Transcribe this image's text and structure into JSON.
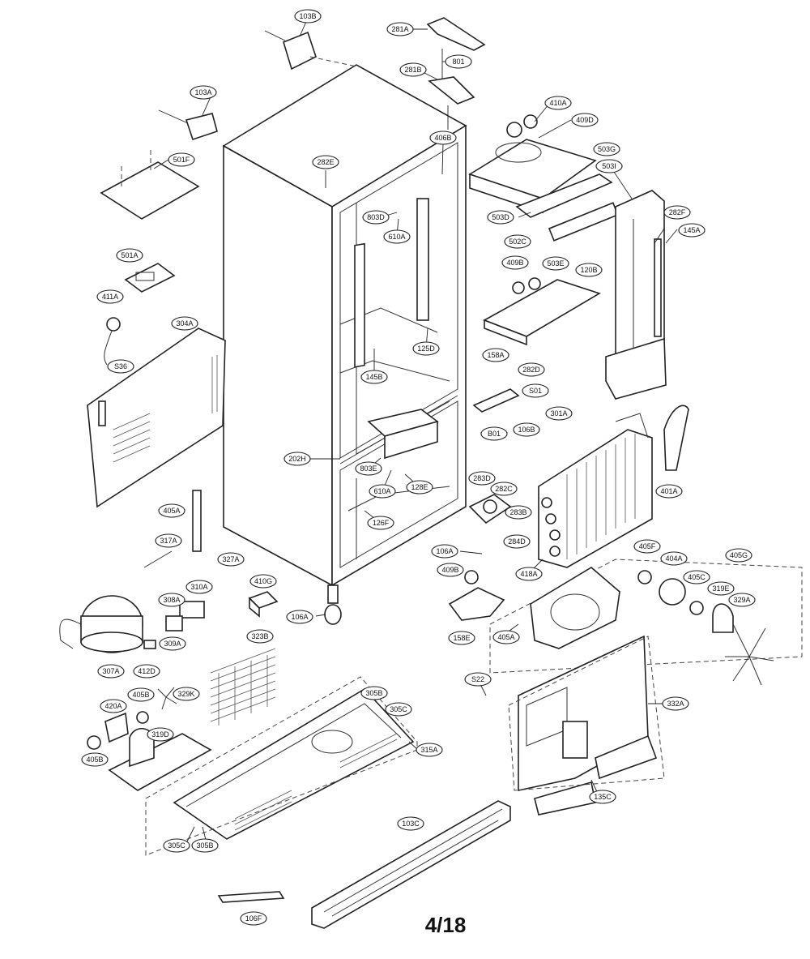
{
  "page_number": "4/18",
  "callouts": [
    {
      "id": "c-103b",
      "label": "103B"
    },
    {
      "id": "c-281a",
      "label": "281A"
    },
    {
      "id": "c-801",
      "label": "801"
    },
    {
      "id": "c-281b",
      "label": "281B"
    },
    {
      "id": "c-103a",
      "label": "103A"
    },
    {
      "id": "c-410a",
      "label": "410A"
    },
    {
      "id": "c-409d",
      "label": "409D"
    },
    {
      "id": "c-406b",
      "label": "406B"
    },
    {
      "id": "c-503g",
      "label": "503G"
    },
    {
      "id": "c-501f",
      "label": "501F"
    },
    {
      "id": "c-282e",
      "label": "282E"
    },
    {
      "id": "c-503i",
      "label": "503I"
    },
    {
      "id": "c-803d",
      "label": "803D"
    },
    {
      "id": "c-610a-top",
      "label": "610A"
    },
    {
      "id": "c-503d",
      "label": "503D"
    },
    {
      "id": "c-282f",
      "label": "282F"
    },
    {
      "id": "c-145a",
      "label": "145A"
    },
    {
      "id": "c-502c",
      "label": "502C"
    },
    {
      "id": "c-501a",
      "label": "501A"
    },
    {
      "id": "c-503e",
      "label": "503E"
    },
    {
      "id": "c-120b",
      "label": "120B"
    },
    {
      "id": "c-409b-top",
      "label": "409B"
    },
    {
      "id": "c-411a",
      "label": "411A"
    },
    {
      "id": "c-304a",
      "label": "304A"
    },
    {
      "id": "c-125d",
      "label": "125D"
    },
    {
      "id": "c-158a",
      "label": "158A"
    },
    {
      "id": "c-s36",
      "label": "S36"
    },
    {
      "id": "c-145b",
      "label": "145B"
    },
    {
      "id": "c-282d",
      "label": "282D"
    },
    {
      "id": "c-s01",
      "label": "S01"
    },
    {
      "id": "c-301a",
      "label": "301A"
    },
    {
      "id": "c-106b",
      "label": "106B"
    },
    {
      "id": "c-b01",
      "label": "B01"
    },
    {
      "id": "c-202h",
      "label": "202H"
    },
    {
      "id": "c-803e",
      "label": "803E"
    },
    {
      "id": "c-283d",
      "label": "283D"
    },
    {
      "id": "c-282c",
      "label": "282C"
    },
    {
      "id": "c-610a-bot",
      "label": "610A"
    },
    {
      "id": "c-128e",
      "label": "128E"
    },
    {
      "id": "c-401a",
      "label": "401A"
    },
    {
      "id": "c-283b",
      "label": "283B"
    },
    {
      "id": "c-405a-top",
      "label": "405A"
    },
    {
      "id": "c-126f",
      "label": "126F"
    },
    {
      "id": "c-284d",
      "label": "284D"
    },
    {
      "id": "c-317a",
      "label": "317A"
    },
    {
      "id": "c-106a-r",
      "label": "106A"
    },
    {
      "id": "c-405f",
      "label": "405F"
    },
    {
      "id": "c-404a",
      "label": "404A"
    },
    {
      "id": "c-405g",
      "label": "405G"
    },
    {
      "id": "c-327a",
      "label": "327A"
    },
    {
      "id": "c-418a",
      "label": "418A"
    },
    {
      "id": "c-409b-bot",
      "label": "409B"
    },
    {
      "id": "c-405c",
      "label": "405C"
    },
    {
      "id": "c-410g",
      "label": "410G"
    },
    {
      "id": "c-310a",
      "label": "310A"
    },
    {
      "id": "c-319e",
      "label": "319E"
    },
    {
      "id": "c-308a",
      "label": "308A"
    },
    {
      "id": "c-329a",
      "label": "329A"
    },
    {
      "id": "c-106a-l",
      "label": "106A"
    },
    {
      "id": "c-323b",
      "label": "323B"
    },
    {
      "id": "c-309a",
      "label": "309A"
    },
    {
      "id": "c-405a-bot",
      "label": "405A"
    },
    {
      "id": "c-158e",
      "label": "158E"
    },
    {
      "id": "c-307a",
      "label": "307A"
    },
    {
      "id": "c-412d",
      "label": "412D"
    },
    {
      "id": "c-s22",
      "label": "S22"
    },
    {
      "id": "c-305b-top",
      "label": "305B"
    },
    {
      "id": "c-329k",
      "label": "329K"
    },
    {
      "id": "c-420a",
      "label": "420A"
    },
    {
      "id": "c-405b-top",
      "label": "405B"
    },
    {
      "id": "c-305c-top",
      "label": "305C"
    },
    {
      "id": "c-332a",
      "label": "332A"
    },
    {
      "id": "c-319d",
      "label": "319D"
    },
    {
      "id": "c-315a",
      "label": "315A"
    },
    {
      "id": "c-405b-bot",
      "label": "405B"
    },
    {
      "id": "c-135c",
      "label": "135C"
    },
    {
      "id": "c-103c",
      "label": "103C"
    },
    {
      "id": "c-305c-bot",
      "label": "305C"
    },
    {
      "id": "c-305b-bot",
      "label": "305B"
    },
    {
      "id": "c-106f",
      "label": "106F"
    }
  ]
}
